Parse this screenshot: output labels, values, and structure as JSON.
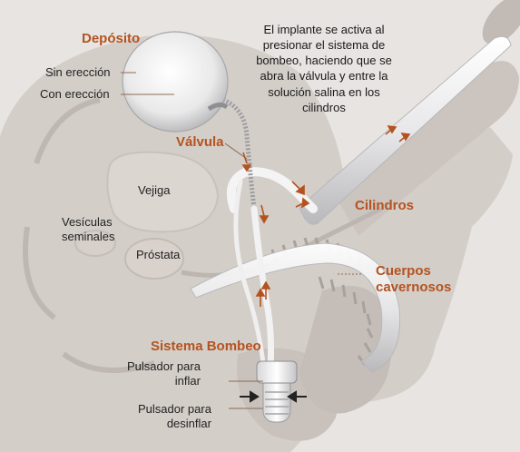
{
  "labels": {
    "deposito": "Depósito",
    "sin_ereccion": "Sin erección",
    "con_ereccion": "Con erección",
    "valvula": "Válvula",
    "vejiga": "Vejiga",
    "vesiculas_1": "Vesículas",
    "vesiculas_2": "seminales",
    "prostata": "Próstata",
    "cilindros": "Cilindros",
    "cuerpos_1": "Cuerpos",
    "cuerpos_2": "cavernosos",
    "sistema_bombeo": "Sistema Bombeo",
    "inflar_1": "Pulsador para",
    "inflar_2": "inflar",
    "desinflar_1": "Pulsador para",
    "desinflar_2": "desinflar"
  },
  "description": [
    "El implante se activa al",
    "presionar el sistema de",
    "bombeo, haciendo que se",
    "abra la válvula y entre la",
    "solución salina en los",
    "cilindros"
  ],
  "colors": {
    "heading": "#b4531f",
    "arrow": "#b4531f",
    "background": "#e7e4e1",
    "body": "#cfc9c4"
  }
}
